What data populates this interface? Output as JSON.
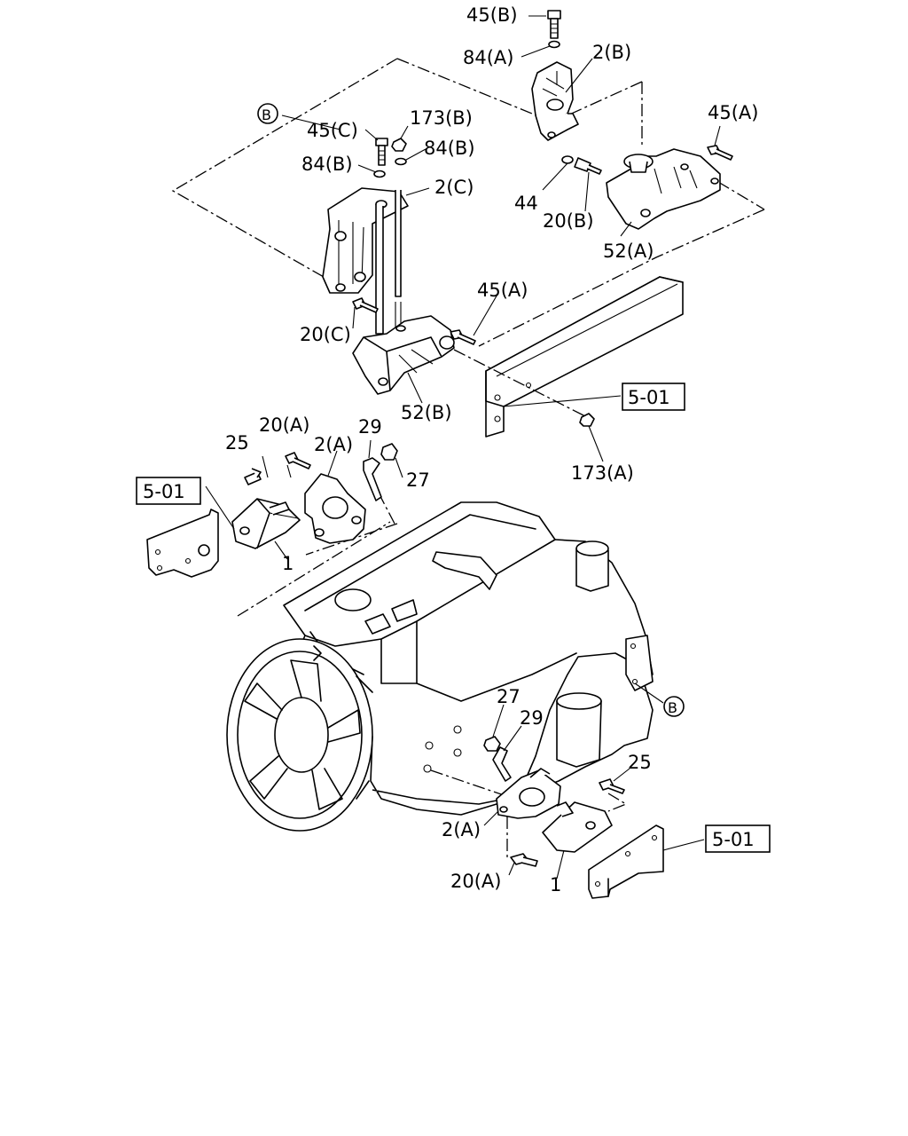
{
  "labels": {
    "l_45B_top": "45(B)",
    "l_84A": "84(A)",
    "l_2B": "2(B)",
    "l_45A_right": "45(A)",
    "l_B_circle_top": "B",
    "l_45C": "45(C)",
    "l_173B": "173(B)",
    "l_84B_left": "84(B)",
    "l_84B_right": "84(B)",
    "l_2C": "2(C)",
    "l_44": "44",
    "l_20B": "20(B)",
    "l_52A": "52(A)",
    "l_45A_mid": "45(A)",
    "l_20C": "20(C)",
    "l_52B": "52(B)",
    "l_501_frame": "5-01",
    "l_173A": "173(A)",
    "l_20A_upper": "20(A)",
    "l_25_upper": "25",
    "l_29_upper": "29",
    "l_2A_upper": "2(A)",
    "l_27_upper": "27",
    "l_501_left": "5-01",
    "l_1_upper": "1",
    "l_B_circle_engine": "B",
    "l_27_lower": "27",
    "l_29_lower": "29",
    "l_25_lower": "25",
    "l_2A_lower": "2(A)",
    "l_20A_lower": "20(A)",
    "l_1_lower": "1",
    "l_501_right": "5-01"
  }
}
